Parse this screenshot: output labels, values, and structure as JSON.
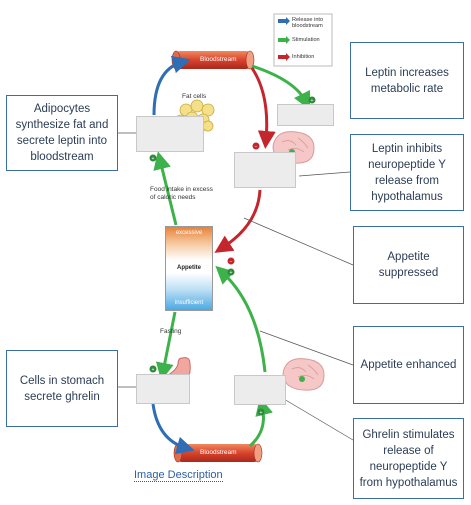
{
  "legend": {
    "release": "Release into bloodstream",
    "stimulation": "Stimulation",
    "inhibition": "Inhibition"
  },
  "vessels": {
    "top": "Bloodstream",
    "bottom": "Bloodstream"
  },
  "fat_cells": "Fat cells",
  "food_intake": "Food intake in excess of caloric needs",
  "fasting": "Fasting",
  "appetite": {
    "top": "excessive",
    "middle": "Appetite",
    "bottom": "insufficient"
  },
  "labels": {
    "adipocytes": "Adipocytes synthesize fat and secrete leptin into bloodstream",
    "leptin_metabolic": "Leptin increases metabolic rate",
    "leptin_inhibits": "Leptin inhibits neuropeptide Y release from hypothalamus",
    "appetite_suppressed": "Appetite suppressed",
    "appetite_enhanced": "Appetite enhanced",
    "stomach_ghrelin": "Cells in stomach secrete ghrelin",
    "ghrelin_stimulates": "Ghrelin stimulates release of neuropeptide Y from hypothalamus"
  },
  "image_description": "Image Description",
  "colors": {
    "blue": "#2f6db5",
    "green": "#3db24a",
    "red": "#c4262e",
    "vessel": "#d9432c"
  }
}
